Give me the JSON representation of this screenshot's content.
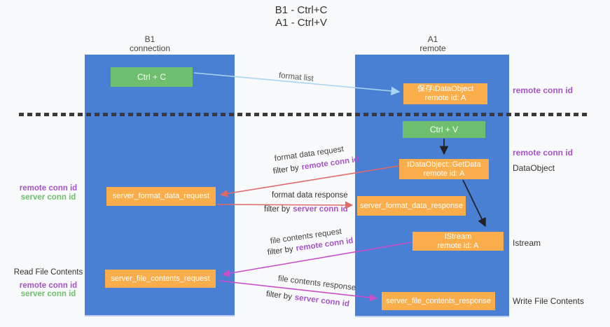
{
  "title": {
    "line1": "B1 - Ctrl+C",
    "line2": "A1 - Ctrl+V"
  },
  "lanes": {
    "left": {
      "name": "B1",
      "subtitle": "connection"
    },
    "right": {
      "name": "A1",
      "subtitle": "remote"
    }
  },
  "boxes": {
    "ctrl_c": "Ctrl + C",
    "ctrl_v": "Ctrl + V",
    "save_idataobject": {
      "line1": "保存IDataObject",
      "line2": "remote id: A"
    },
    "getdata": {
      "line1": "IDataObject::GetData",
      "line2": "remote id: A"
    },
    "istream": {
      "line1": "IStream",
      "line2": "remote id: A"
    },
    "format_request": "server_format_data_request",
    "format_response": "server_format_data_response",
    "file_request": "server_file_contents_request",
    "file_response": "server_file_contents_response"
  },
  "arrow_labels": {
    "format_list": "format list",
    "format_data_request": "format data request",
    "format_data_response": "format data response",
    "file_contents_request": "file contents request",
    "file_contents_response": "file contents response",
    "filter_by": "filter by",
    "remote_conn_id": "remote conn id",
    "server_conn_id": "server conn id"
  },
  "side_labels": {
    "remote_conn_id": "remote conn id",
    "server_conn_id": "server conn id",
    "dataobject": "DataObject",
    "istream": "Istream",
    "read_file_contents": "Read File Contents",
    "write_file_contents": "Write File Contents"
  },
  "colors": {
    "lane_blue": "#4a80d4",
    "box_green": "#6fbf6e",
    "box_orange": "#f9ae4b",
    "arrow_red": "#e06a6a",
    "arrow_magenta": "#c94fc9",
    "arrow_lightblue": "#a7d5f2",
    "text_purple": "#a653c7",
    "text_green": "#6dbf6d"
  }
}
